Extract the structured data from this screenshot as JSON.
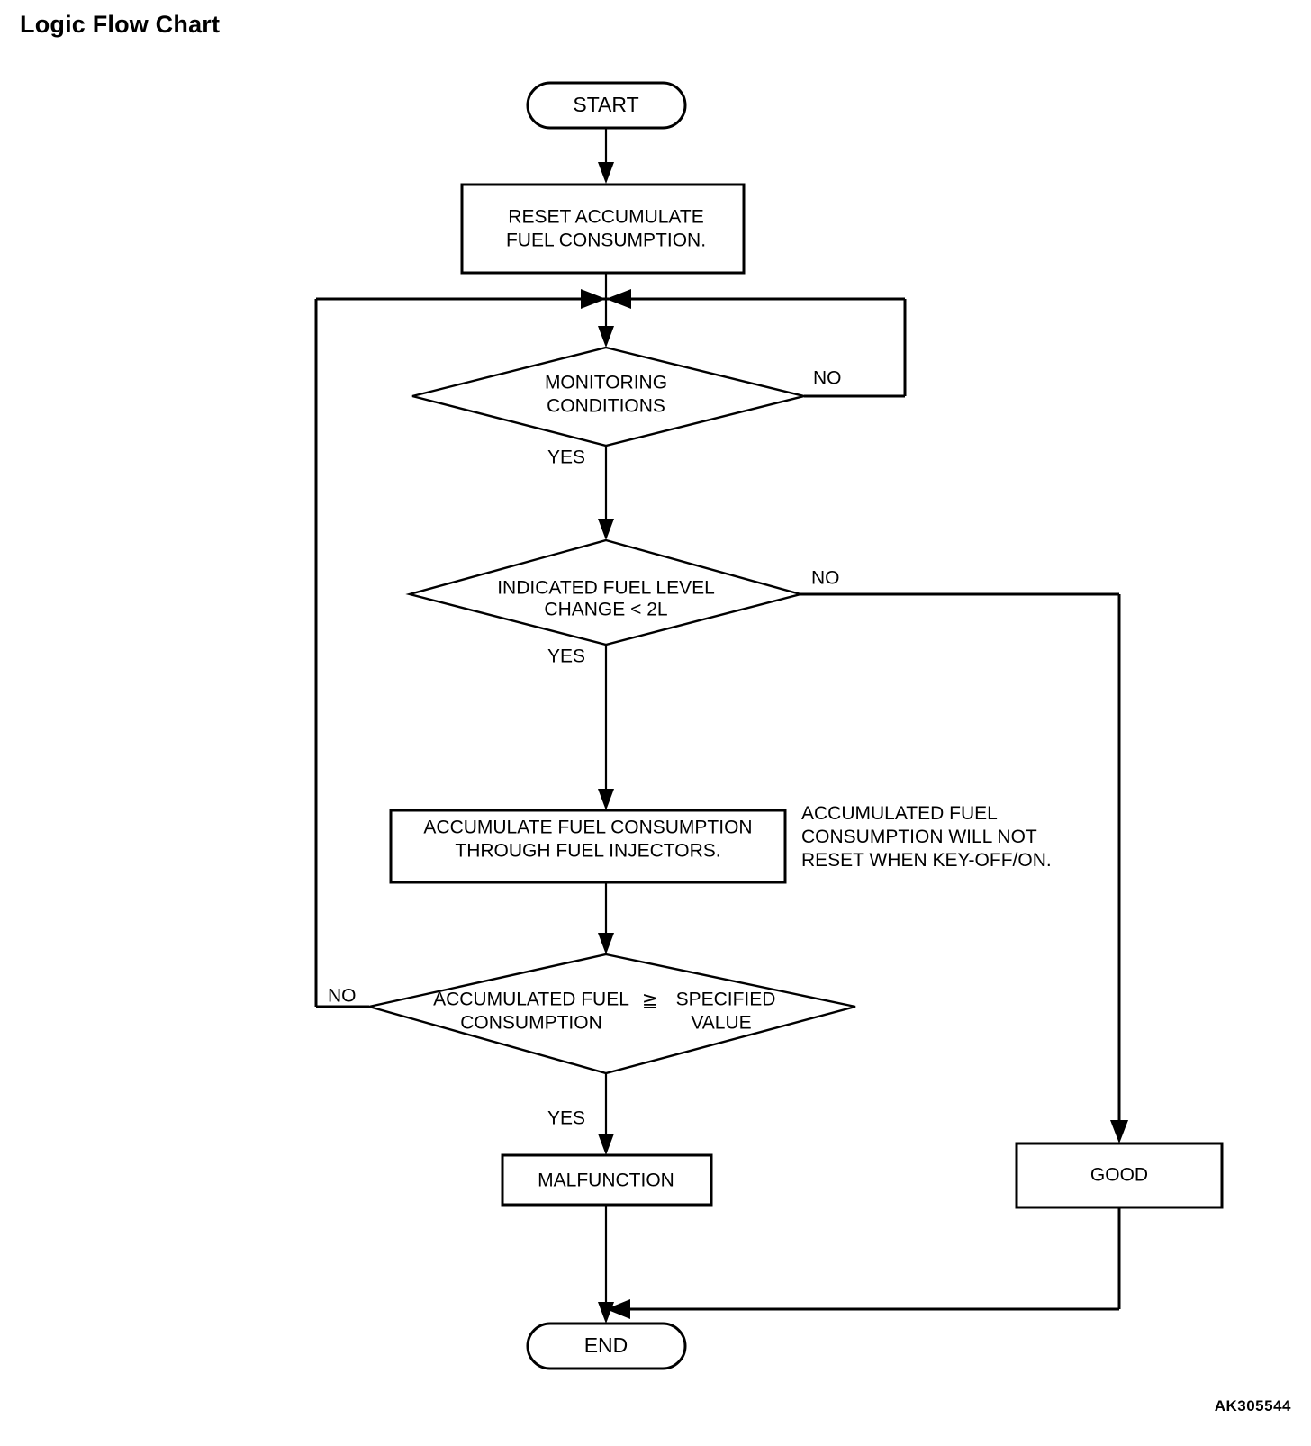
{
  "page": {
    "title": "Logic Flow Chart",
    "reference_code": "AK305544",
    "background_color": "#ffffff",
    "line_color": "#000000"
  },
  "chart_data": {
    "type": "diagram",
    "diagram_kind": "flowchart",
    "title": "Logic Flow Chart",
    "nodes": [
      {
        "id": "start",
        "shape": "terminator",
        "text": "START"
      },
      {
        "id": "reset",
        "shape": "process",
        "text": "RESET ACCUMULATE FUEL CONSUMPTION.",
        "line1": "RESET ACCUMULATE",
        "line2": "FUEL CONSUMPTION."
      },
      {
        "id": "monitor",
        "shape": "decision",
        "text": "MONITORING CONDITIONS",
        "line1": "MONITORING",
        "line2": "CONDITIONS"
      },
      {
        "id": "fuellevel",
        "shape": "decision",
        "text": "INDICATED FUEL LEVEL CHANGE < 2L",
        "line1": "INDICATED FUEL LEVEL",
        "line2": "CHANGE < 2L"
      },
      {
        "id": "accumulate",
        "shape": "process",
        "text": "ACCUMULATE FUEL CONSUMPTION THROUGH FUEL INJECTORS.",
        "line1": "ACCUMULATE FUEL CONSUMPTION",
        "line2": "THROUGH FUEL INJECTORS."
      },
      {
        "id": "compare",
        "shape": "decision",
        "text": "ACCUMULATED FUEL CONSUMPTION ≧ SPECIFIED VALUE",
        "left1": "ACCUMULATED FUEL",
        "left2": "CONSUMPTION",
        "symbol": "≧",
        "right1": "SPECIFIED",
        "right2": "VALUE"
      },
      {
        "id": "malfunction",
        "shape": "process",
        "text": "MALFUNCTION"
      },
      {
        "id": "good",
        "shape": "process",
        "text": "GOOD"
      },
      {
        "id": "end",
        "shape": "terminator",
        "text": "END"
      }
    ],
    "edges": [
      {
        "from": "start",
        "to": "reset",
        "label": ""
      },
      {
        "from": "reset",
        "to": "monitor",
        "label": ""
      },
      {
        "from": "monitor",
        "to": "fuellevel",
        "label": "YES"
      },
      {
        "from": "monitor",
        "to": "monitor",
        "label": "NO",
        "route": "right-loop-back-to-merge"
      },
      {
        "from": "fuellevel",
        "to": "accumulate",
        "label": "YES"
      },
      {
        "from": "fuellevel",
        "to": "good",
        "label": "NO",
        "route": "right-down"
      },
      {
        "from": "accumulate",
        "to": "compare",
        "label": ""
      },
      {
        "from": "compare",
        "to": "malfunction",
        "label": "YES"
      },
      {
        "from": "compare",
        "to": "monitor",
        "label": "NO",
        "route": "left-loop-back-to-merge"
      },
      {
        "from": "malfunction",
        "to": "end",
        "label": ""
      },
      {
        "from": "good",
        "to": "end",
        "label": "",
        "route": "down-left-join"
      }
    ],
    "annotations": [
      {
        "id": "note-accumulated",
        "line1": "ACCUMULATED FUEL",
        "line2": "CONSUMPTION WILL NOT",
        "line3": "RESET WHEN KEY-OFF/ON.",
        "attached_to": "accumulate"
      }
    ],
    "edge_labels": {
      "monitor_yes": "YES",
      "monitor_no": "NO",
      "fuellevel_yes": "YES",
      "fuellevel_no": "NO",
      "compare_yes": "YES",
      "compare_no": "NO"
    }
  }
}
